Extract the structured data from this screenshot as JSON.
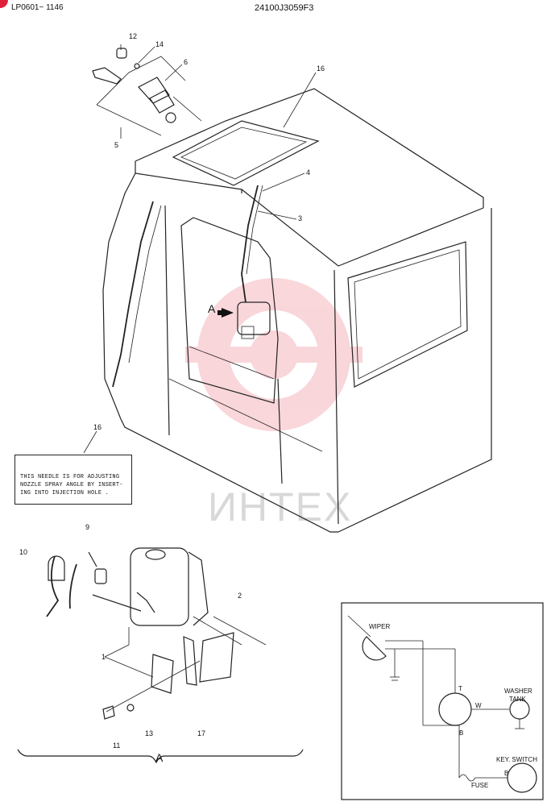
{
  "header": {
    "left_code": "LP0601~ 1146",
    "center_code": "24100J3059F3"
  },
  "callouts": {
    "c12": "12",
    "c14": "14",
    "c6": "6",
    "c5": "5",
    "c16_top": "16",
    "c4": "4",
    "c3": "3",
    "c16_note": "16",
    "c9": "9",
    "c10": "10",
    "c2": "2",
    "c1": "1",
    "c13": "13",
    "c17": "17",
    "c11": "11",
    "view_a_marker": "A",
    "view_a_label": "A"
  },
  "note": {
    "lines": [
      "THIS NEEDLE IS FOR ADJUSTING",
      "NOZZLE SPRAY ANGLE BY INSERT-",
      "ING INTO INJECTION HOLE ."
    ]
  },
  "wiring": {
    "wiper": "WIPER",
    "washer_tank_line1": "WASHER",
    "washer_tank_line2": "TANK",
    "key_switch": "KEY. SWITCH",
    "fuse": "FUSE",
    "terminal_t": "T",
    "terminal_w": "W",
    "terminal_b": "B",
    "terminal_b2": "B"
  },
  "watermark": "ИНТЕХ",
  "colors": {
    "logo_red": "#e0203a",
    "watermark_grey": "#d8d8d8",
    "ink": "#222222"
  }
}
